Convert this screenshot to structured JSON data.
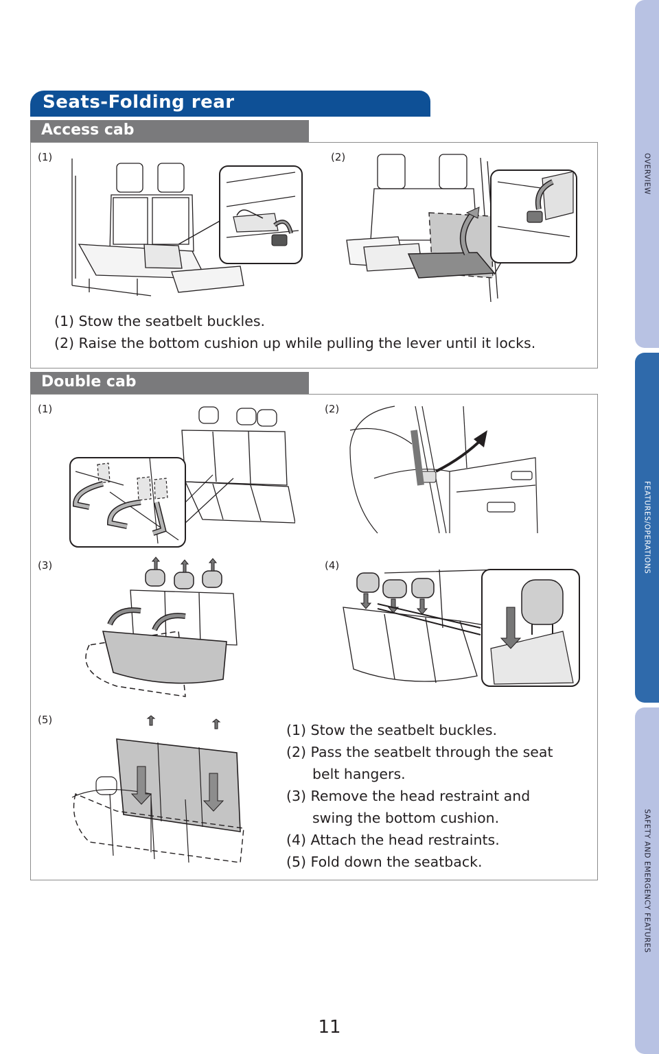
{
  "side_tabs": [
    "OVERVIEW",
    "FEATURES/OPERATIONS",
    "SAFETY AND EMERGENCY FEATURES"
  ],
  "page_title": "Seats-Folding rear",
  "access_cab": {
    "heading": "Access cab",
    "steps": [
      "(1)",
      "(2)"
    ],
    "captions": [
      "(1) Stow the seatbelt buckles.",
      "(2) Raise the bottom cushion up while pulling the lever until it locks."
    ]
  },
  "double_cab": {
    "heading": "Double cab",
    "steps": [
      "(1)",
      "(2)",
      "(3)",
      "(4)",
      "(5)"
    ],
    "captions": {
      "c1": "(1) Stow the seatbelt buckles.",
      "c2a": "(2) Pass the seatbelt through the seat",
      "c2b": "belt hangers.",
      "c3a": "(3) Remove the head restraint and",
      "c3b": "swing the bottom cushion.",
      "c4": "(4) Attach the head restraints.",
      "c5": "(5) Fold down the seatback."
    }
  },
  "page_number": "11",
  "colors": {
    "banner": "#0e5096",
    "subbar": "#7a7a7c",
    "tab_light": "#b8c2e3",
    "tab_active": "#2f6aab"
  }
}
